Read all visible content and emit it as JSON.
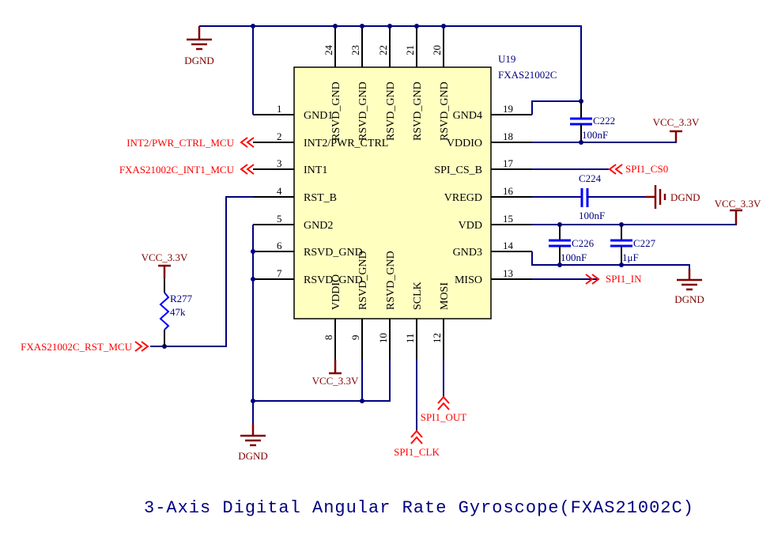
{
  "title": "3-Axis Digital Angular Rate  Gyroscope(FXAS21002C)",
  "component": {
    "designator": "U19",
    "part": "FXAS21002C",
    "body_color": "#ffffc0",
    "pins": [
      {
        "num": "1",
        "name": "GND1"
      },
      {
        "num": "2",
        "name": "INT2/PWR_CTRL"
      },
      {
        "num": "3",
        "name": "INT1"
      },
      {
        "num": "4",
        "name": "RST_B"
      },
      {
        "num": "5",
        "name": "GND2"
      },
      {
        "num": "6",
        "name": "RSVD_GND"
      },
      {
        "num": "7",
        "name": "RSVD_GND"
      },
      {
        "num": "8",
        "name": "VDDIO"
      },
      {
        "num": "9",
        "name": "RSVD_GND"
      },
      {
        "num": "10",
        "name": "RSVD_GND"
      },
      {
        "num": "11",
        "name": "SCLK"
      },
      {
        "num": "12",
        "name": "MOSI"
      },
      {
        "num": "13",
        "name": "MISO"
      },
      {
        "num": "14",
        "name": "GND3"
      },
      {
        "num": "15",
        "name": "VDD"
      },
      {
        "num": "16",
        "name": "VREGD"
      },
      {
        "num": "17",
        "name": "SPI_CS_B"
      },
      {
        "num": "18",
        "name": "VDDIO"
      },
      {
        "num": "19",
        "name": "GND4"
      },
      {
        "num": "20",
        "name": "RSVD_GND"
      },
      {
        "num": "21",
        "name": "RSVD_GND"
      },
      {
        "num": "22",
        "name": "RSVD_GND"
      },
      {
        "num": "23",
        "name": "RSVD_GND"
      },
      {
        "num": "24",
        "name": "RSVD_GND"
      }
    ]
  },
  "passives": {
    "c222": {
      "ref": "C222",
      "value": "100nF"
    },
    "c224": {
      "ref": "C224",
      "value": "100nF"
    },
    "c226": {
      "ref": "C226",
      "value": "100nF"
    },
    "c227": {
      "ref": "C227",
      "value": "1μF"
    },
    "r277": {
      "ref": "R277",
      "value": "47k"
    }
  },
  "ports": {
    "int2": "INT2/PWR_CTRL_MCU",
    "int1": "FXAS21002C_INT1_MCU",
    "rst": "FXAS21002C_RST_MCU",
    "cs": "SPI1_CS0",
    "miso": "SPI1_IN",
    "mosi": "SPI1_OUT",
    "sclk": "SPI1_CLK"
  },
  "power": {
    "dgnd": "DGND",
    "vcc": "VCC_3.3V"
  },
  "colors": {
    "wire": "#000080",
    "port": "#ff0000",
    "power": "#800000",
    "passive": "#0000ff"
  }
}
